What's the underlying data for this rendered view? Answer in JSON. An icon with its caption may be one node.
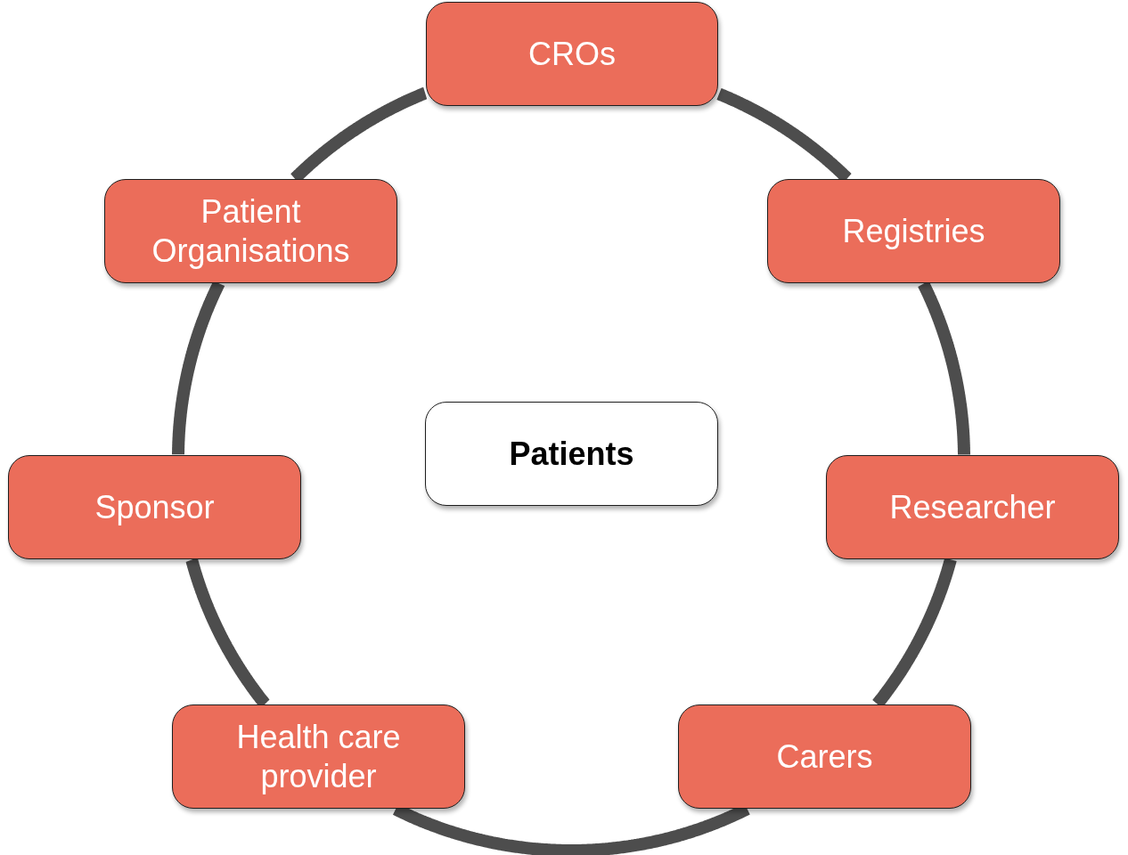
{
  "diagram": {
    "nodes": [
      {
        "text": [
          "CROs"
        ]
      },
      {
        "text": [
          "Registries"
        ]
      },
      {
        "text": [
          "Researcher"
        ]
      },
      {
        "text": [
          "Carers"
        ]
      },
      {
        "text": [
          "Health care provider"
        ]
      },
      {
        "text": [
          "Sponsor"
        ]
      },
      {
        "text": [
          "Patient Organisations"
        ]
      },
      {
        "text": [
          "Patients"
        ]
      }
    ],
    "edges": [
      {
        "from": 0,
        "to": 1,
        "arrow": "none"
      },
      {
        "from": 1,
        "to": 2,
        "arrow": "none"
      },
      {
        "from": 2,
        "to": 3,
        "arrow": "none"
      },
      {
        "from": 3,
        "to": 4,
        "arrow": "none"
      },
      {
        "from": 4,
        "to": 5,
        "arrow": "none"
      },
      {
        "from": 5,
        "to": 6,
        "arrow": "none"
      },
      {
        "from": 6,
        "to": 0,
        "arrow": "none"
      }
    ]
  }
}
